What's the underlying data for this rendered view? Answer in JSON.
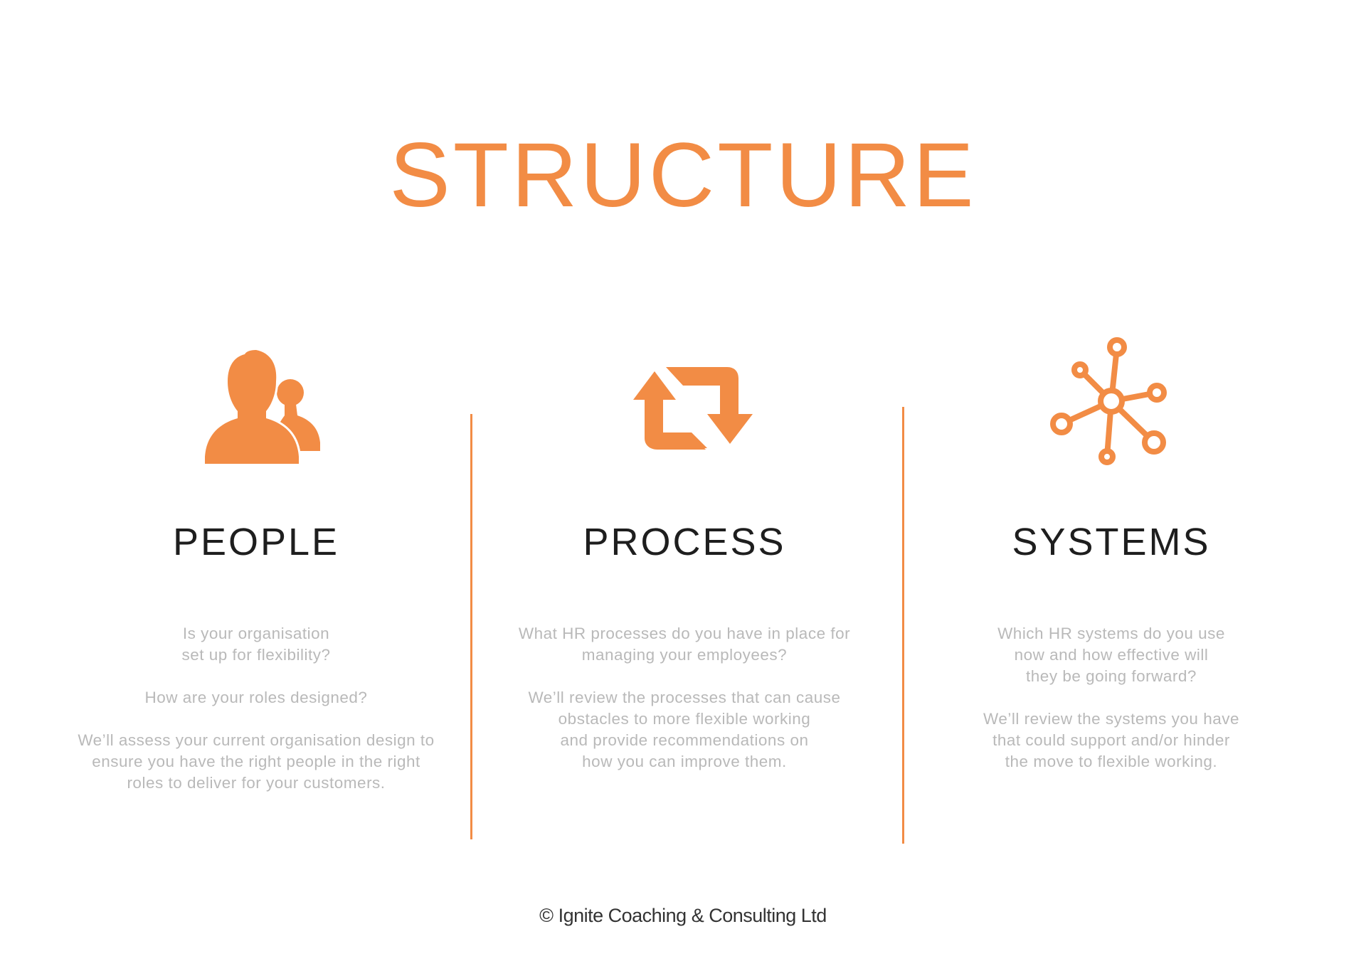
{
  "accent_color": "#f28c45",
  "title": "STRUCTURE",
  "columns": [
    {
      "heading": "PEOPLE",
      "icon": "people-icon",
      "paragraphs": [
        "Is your organisation\nset up for flexibility?",
        "How are your roles designed?",
        "We’ll assess your current organisation design to\nensure you have the right people in the right\nroles to deliver for your customers."
      ]
    },
    {
      "heading": "PROCESS",
      "icon": "cycle-arrows-icon",
      "paragraphs": [
        "What HR processes do you have in place for\nmanaging your employees?",
        "We’ll review the processes that can cause\nobstacles to more flexible working\nand provide recommendations on\nhow you can improve them."
      ]
    },
    {
      "heading": "SYSTEMS",
      "icon": "network-icon",
      "paragraphs": [
        "Which HR systems do you use\nnow and how effective will\nthey be going forward?",
        "We’ll review the systems you have\nthat could support and/or hinder\nthe move to flexible working."
      ]
    }
  ],
  "footer": "© Ignite Coaching & Consulting Ltd"
}
